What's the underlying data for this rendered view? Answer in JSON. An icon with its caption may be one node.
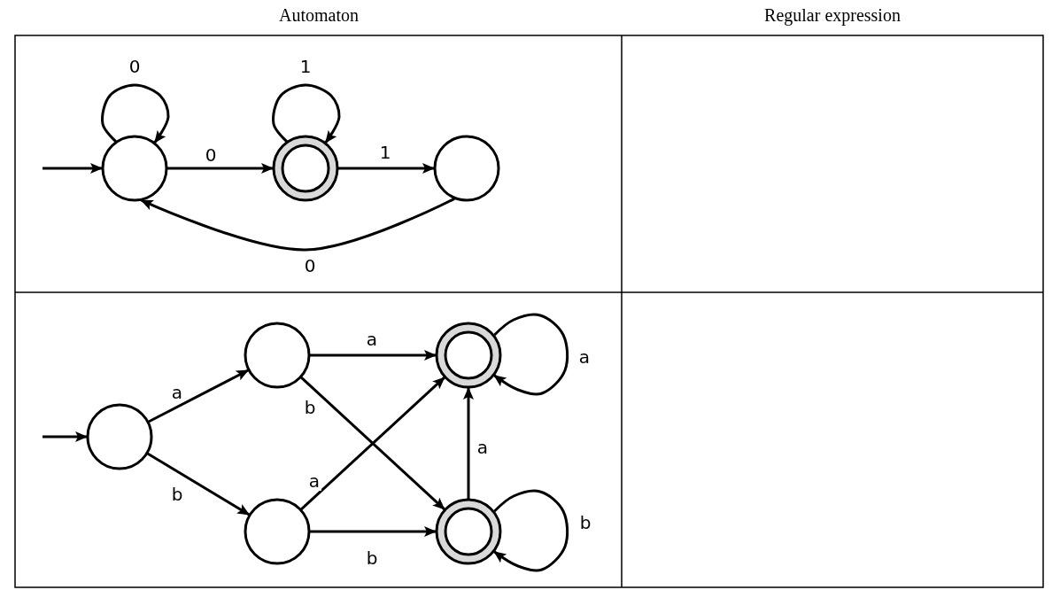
{
  "diagram": {
    "nodes": [
      {
        "text": [],
        "shape": "circle"
      },
      {
        "text": [],
        "shape": "doublecircle"
      },
      {
        "text": [],
        "shape": "circle"
      },
      {
        "text": [],
        "shape": "circle"
      },
      {
        "text": [],
        "shape": "circle"
      },
      {
        "text": [],
        "shape": "circle"
      },
      {
        "text": [],
        "shape": "doublecircle"
      },
      {
        "text": [],
        "shape": "doublecircle"
      }
    ],
    "edges": [
      {
        "from": null,
        "to": 0,
        "arrow": "to"
      },
      {
        "from": 0,
        "to": 0,
        "arrow": "to",
        "label": "0"
      },
      {
        "from": 0,
        "to": 1,
        "arrow": "to",
        "label": "0"
      },
      {
        "from": 1,
        "to": 1,
        "arrow": "to",
        "label": "1"
      },
      {
        "from": 1,
        "to": 2,
        "arrow": "to",
        "label": "1"
      },
      {
        "from": 2,
        "to": 0,
        "arrow": "to",
        "label": "0"
      },
      {
        "from": null,
        "to": 3,
        "arrow": "to"
      },
      {
        "from": 3,
        "to": 4,
        "arrow": "to",
        "label": "a"
      },
      {
        "from": 3,
        "to": 5,
        "arrow": "to",
        "label": "b"
      },
      {
        "from": 4,
        "to": 6,
        "arrow": "to",
        "label": "a"
      },
      {
        "from": 4,
        "to": 7,
        "arrow": "to",
        "label": "b"
      },
      {
        "from": 5,
        "to": 6,
        "arrow": "to",
        "label": "a"
      },
      {
        "from": 5,
        "to": 7,
        "arrow": "to",
        "label": "b"
      },
      {
        "from": 7,
        "to": 6,
        "arrow": "to",
        "label": "a"
      },
      {
        "from": 6,
        "to": 6,
        "arrow": "to",
        "label": "a"
      },
      {
        "from": 7,
        "to": 7,
        "arrow": "to",
        "label": "b"
      }
    ],
    "labels": [
      "Automaton",
      "Regular expression"
    ]
  }
}
